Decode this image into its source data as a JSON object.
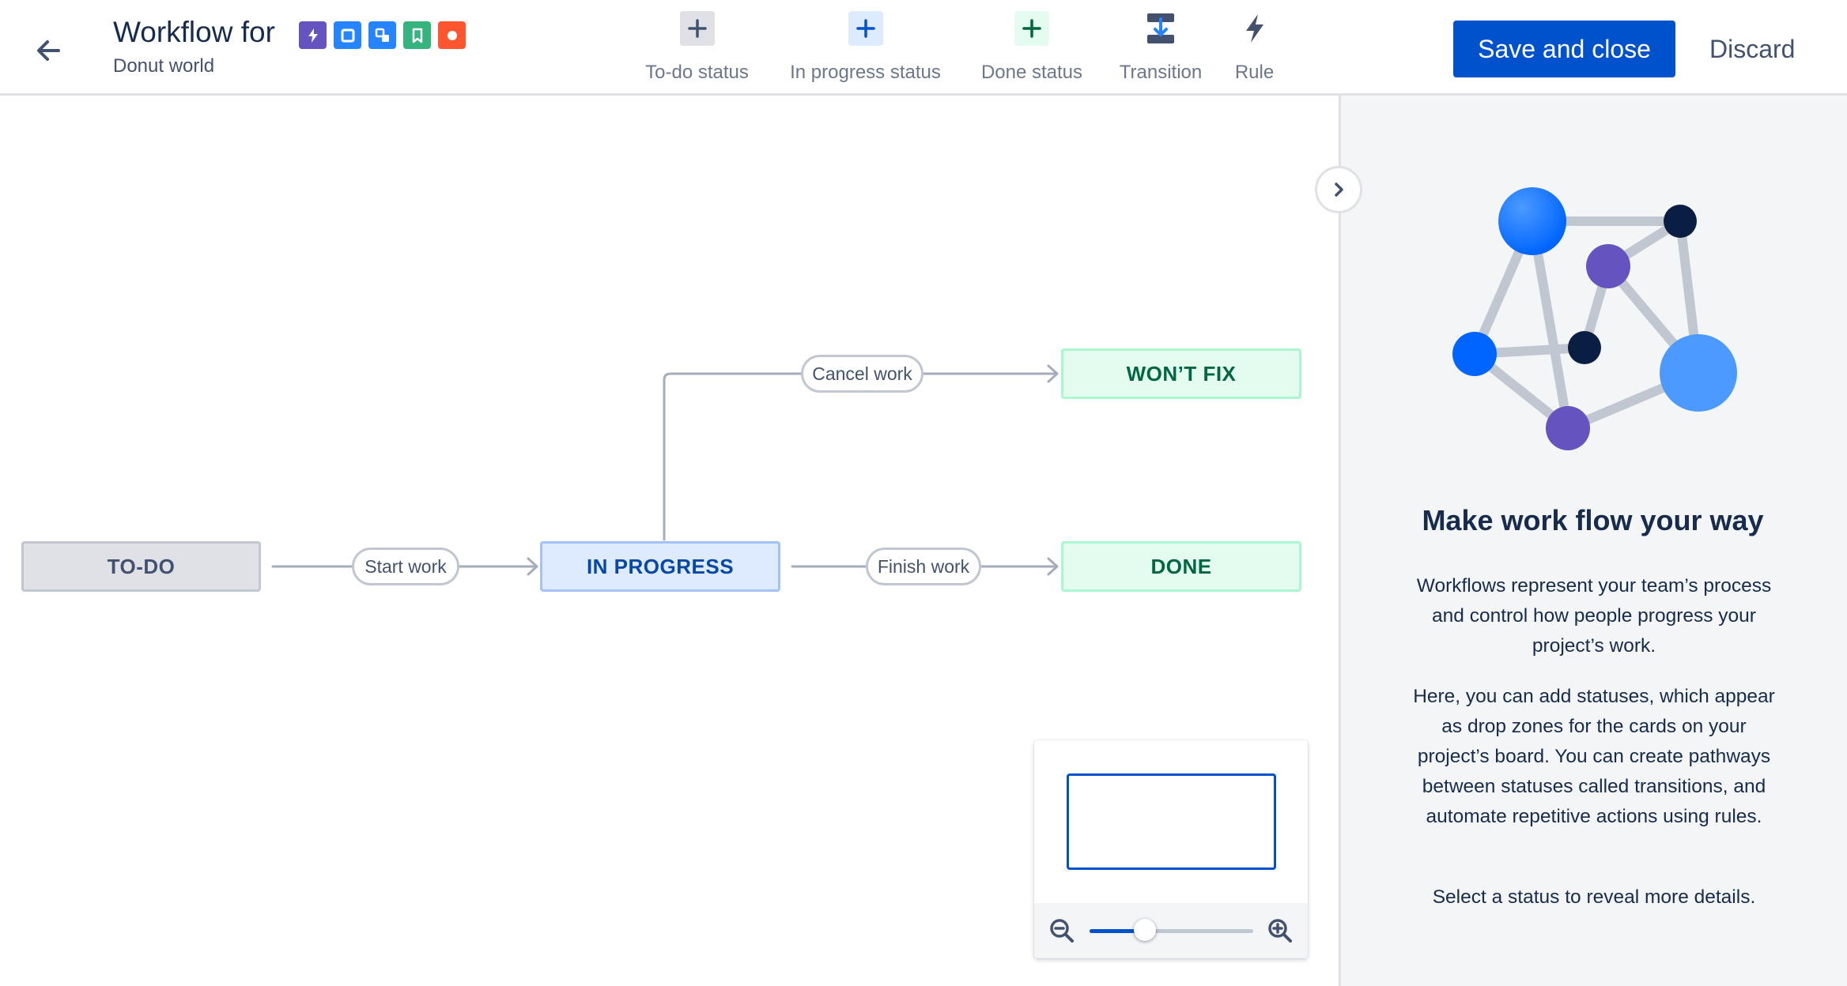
{
  "header": {
    "title": "Workflow for",
    "subtitle": "Donut world",
    "issue_type_icons": [
      "lightning-icon",
      "square-icon",
      "subtask-icon",
      "bookmark-icon",
      "record-icon"
    ],
    "issue_type_colors": [
      "#6554c0",
      "#2684ff",
      "#2684ff",
      "#36b37e",
      "#ff5630"
    ]
  },
  "toolbar": {
    "todo_status": "To-do status",
    "inprogress_status": "In progress status",
    "done_status": "Done status",
    "transition": "Transition",
    "rule": "Rule"
  },
  "actions": {
    "save": "Save and close",
    "discard": "Discard"
  },
  "statuses": {
    "todo": "TO-DO",
    "in_progress": "IN PROGRESS",
    "done": "DONE",
    "wont_fix": "WON’T FIX"
  },
  "transitions": {
    "start_work": "Start work",
    "finish_work": "Finish work",
    "cancel_work": "Cancel work"
  },
  "zoom": {
    "level_fraction": 0.34
  },
  "panel": {
    "title": "Make work flow your way",
    "paragraph1": "Workflows represent your team’s process and control how people progress your project’s work.",
    "paragraph2": "Here, you can add statuses, which appear as drop zones for the cards on your project’s board. You can create pathways between statuses called transitions, and automate repetitive actions using rules.",
    "paragraph3": "Select a status to reveal more details."
  },
  "colors": {
    "primary": "#0052cc",
    "todo_bg": "#dfe1e6",
    "progress_bg": "#deebff",
    "done_bg": "#e3fcef",
    "panel_bg": "#f4f5f7"
  }
}
